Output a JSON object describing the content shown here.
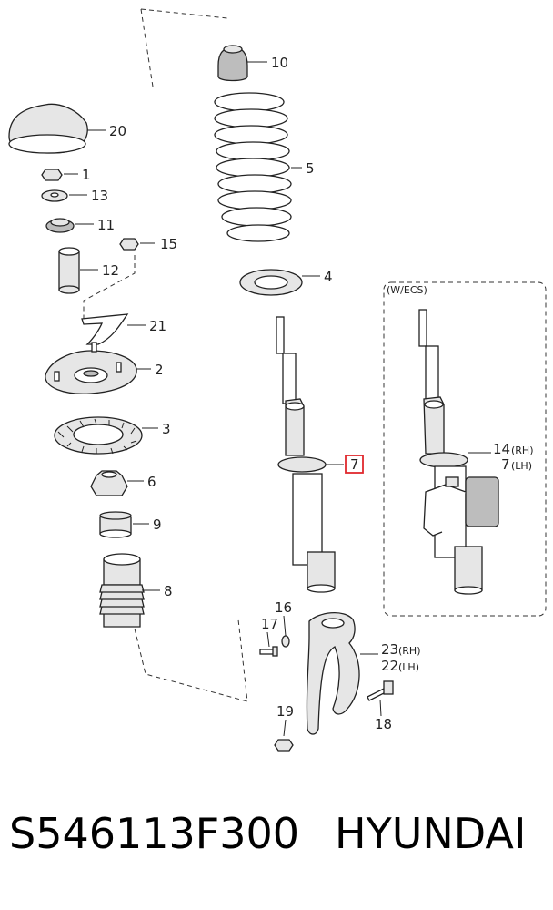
{
  "callouts": [
    {
      "id": "20",
      "text": "20"
    },
    {
      "id": "1",
      "text": "1"
    },
    {
      "id": "13",
      "text": "13"
    },
    {
      "id": "11",
      "text": "11"
    },
    {
      "id": "12",
      "text": "12"
    },
    {
      "id": "15",
      "text": "15"
    },
    {
      "id": "21",
      "text": "21"
    },
    {
      "id": "2",
      "text": "2"
    },
    {
      "id": "3",
      "text": "3"
    },
    {
      "id": "6",
      "text": "6"
    },
    {
      "id": "9",
      "text": "9"
    },
    {
      "id": "8",
      "text": "8"
    },
    {
      "id": "10",
      "text": "10"
    },
    {
      "id": "5",
      "text": "5"
    },
    {
      "id": "4",
      "text": "4"
    },
    {
      "id": "7",
      "text": "7"
    },
    {
      "id": "16",
      "text": "16"
    },
    {
      "id": "17",
      "text": "17"
    },
    {
      "id": "23",
      "text": "23"
    },
    {
      "id": "22",
      "text": "22"
    },
    {
      "id": "19",
      "text": "19"
    },
    {
      "id": "18",
      "text": "18"
    },
    {
      "id": "14",
      "text": "14"
    },
    {
      "id": "7b",
      "text": "7"
    }
  ],
  "side_tags": {
    "rh": "(RH)",
    "lh": "(LH)"
  },
  "ecs_box_title": "(W/ECS)",
  "highlight_color": "#e0282e",
  "footer": {
    "part_number": "S546113F300",
    "brand": "HYUNDAI"
  }
}
